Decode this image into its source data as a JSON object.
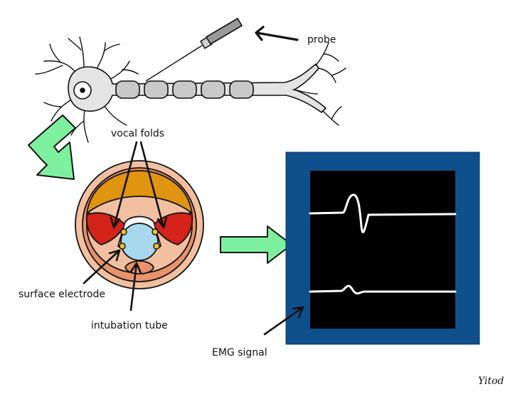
{
  "labels": {
    "probe": "probe",
    "vocal_folds": "vocal folds",
    "surface_electrode": "surface electrode",
    "intubation_tube": "intubation tube",
    "emg_signal": "EMG signal"
  },
  "signature": "Yitod",
  "colors": {
    "outline": "#111111",
    "neuron_fill": "#e4e4e4",
    "myelin_fill": "#c9c9c9",
    "arrow_green": "#7df0a0",
    "monitor_frame": "#0f4f8c",
    "screen": "#000000",
    "trace": "#ffffff",
    "larynx_outer": "#f2bfa0",
    "larynx_ring": "#e8936a",
    "cartilage_top": "#e0940f",
    "vocal_fold_red": "#d42318",
    "airway_white": "#ffffff",
    "tube_blue": "#a8d8ee",
    "electrode": "#f2c230"
  },
  "icons": {
    "neuron": "neuron-illustration",
    "probe": "needle-probe-icon",
    "larynx": "larynx-cross-section",
    "monitor": "emg-monitor"
  }
}
